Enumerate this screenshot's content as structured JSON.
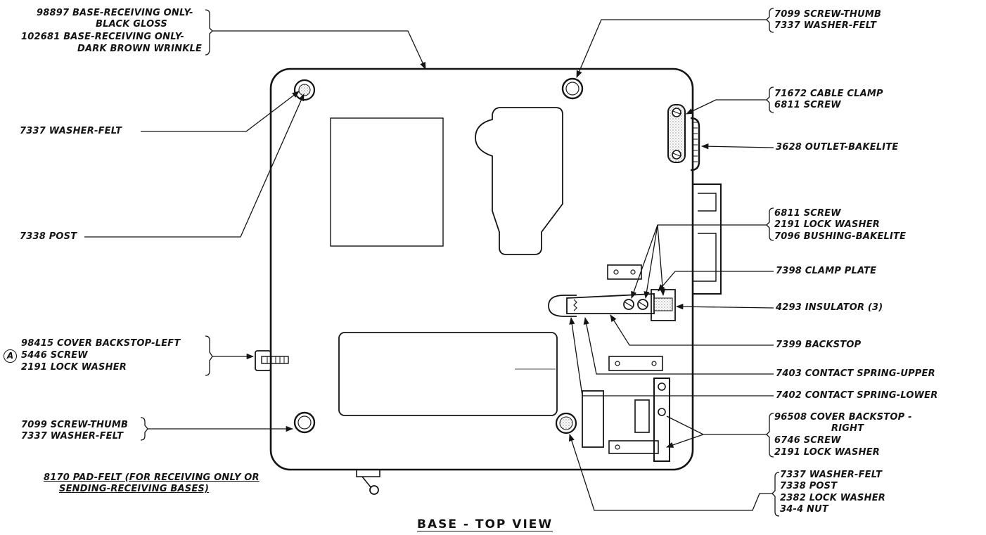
{
  "diagram": {
    "title": "BASE - TOP VIEW",
    "labels": {
      "base_receiving_black_1": "98897 BASE-RECEIVING ONLY-",
      "base_receiving_black_2": "BLACK GLOSS",
      "base_receiving_brown_1": "102681 BASE-RECEIVING ONLY-",
      "base_receiving_brown_2": "DARK BROWN WRINKLE",
      "washer_felt_left": "7337 WASHER-FELT",
      "post_left": "7338 POST",
      "cover_backstop_left_1": "98415 COVER BACKSTOP-LEFT",
      "cover_backstop_left_2": "5446 SCREW",
      "cover_backstop_left_3": "2191 LOCK WASHER",
      "circle_marker": "A",
      "screw_thumb_bottom_1": "7099 SCREW-THUMB",
      "screw_thumb_bottom_2": "7337 WASHER-FELT",
      "pad_felt_1": "8170 PAD-FELT (FOR RECEIVING ONLY OR",
      "pad_felt_2": "SENDING-RECEIVING BASES)",
      "screw_thumb_top_1": "7099 SCREW-THUMB",
      "screw_thumb_top_2": "7337 WASHER-FELT",
      "cable_clamp_1": "71672 CABLE CLAMP",
      "cable_clamp_2": "6811 SCREW",
      "outlet_bakelite": "3628 OUTLET-BAKELITE",
      "screw_group_1": "6811 SCREW",
      "screw_group_2": "2191 LOCK WASHER",
      "screw_group_3": "7096 BUSHING-BAKELITE",
      "clamp_plate": "7398 CLAMP PLATE",
      "insulator": "4293 INSULATOR (3)",
      "backstop": "7399 BACKSTOP",
      "contact_spring_upper": "7403 CONTACT SPRING-UPPER",
      "contact_spring_lower": "7402 CONTACT SPRING-LOWER",
      "cover_backstop_right_1": "96508 COVER BACKSTOP -",
      "cover_backstop_right_2": "RIGHT",
      "cover_backstop_right_3": "6746 SCREW",
      "cover_backstop_right_4": "2191 LOCK WASHER",
      "post_group_1": "7337 WASHER-FELT",
      "post_group_2": "7338 POST",
      "post_group_3": "2382 LOCK WASHER",
      "post_group_4": "34-4 NUT"
    }
  },
  "colors": {
    "ink": "#141414",
    "paper": "#ffffff",
    "stipple": "#8a8a8a"
  }
}
